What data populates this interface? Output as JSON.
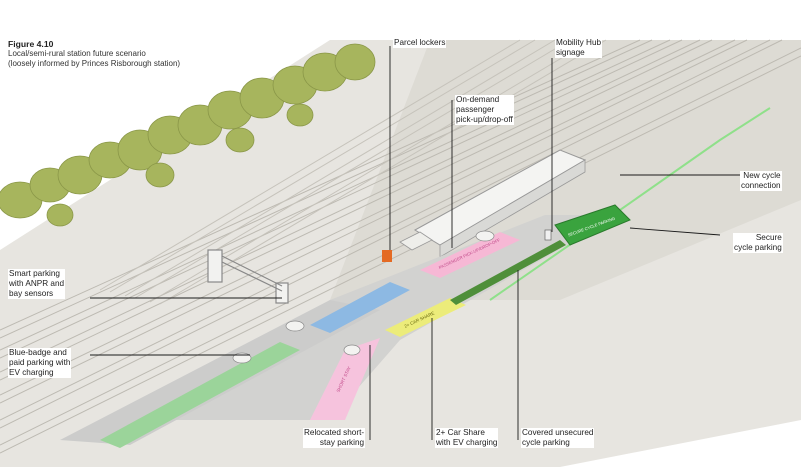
{
  "figure": {
    "number": "Figure 4.10",
    "caption": "Local/semi-rural station future scenario\n(loosely informed by Princes Risborough station)"
  },
  "labels": {
    "parcel_lockers": "Parcel lockers",
    "mobility_hub_signage": "Mobility Hub\nsignage",
    "on_demand": "On-demand\npassenger\npick-up/drop-off",
    "new_cycle_connection": "New cycle\nconnection",
    "secure_cycle_parking": "Secure\ncycle parking",
    "smart_parking": "Smart parking\nwith ANPR and\nbay sensors",
    "blue_badge": "Blue-badge and\npaid parking with\nEV charging",
    "relocated_short_stay": "Relocated short-\nstay parking",
    "car_share": "2+ Car Share\nwith EV charging",
    "covered_unsecured": "Covered unsecured\ncycle parking"
  },
  "ground_markings": {
    "pickup_zone": "PASSENGER PICK-UP/DROP-OFF",
    "car_share_zone": "2+ CAR SHARE",
    "short_stay_zone": "SHORT STAY",
    "cycle_shelter": "SECURE CYCLE PARKING"
  },
  "colors": {
    "tree_foliage": "#a7b55d",
    "ground": "#e3e1dc",
    "rail_bed": "#d8d6cf",
    "road": "#cfcfcf",
    "pink_zone": "#f6b8d5",
    "yellow_zone": "#ecec7a",
    "blue_bays": "#8db9e3",
    "ev_green_bays": "#9bd49a",
    "secure_cycle_green": "#3aa33e",
    "callout_line": "#1a1a1a"
  }
}
